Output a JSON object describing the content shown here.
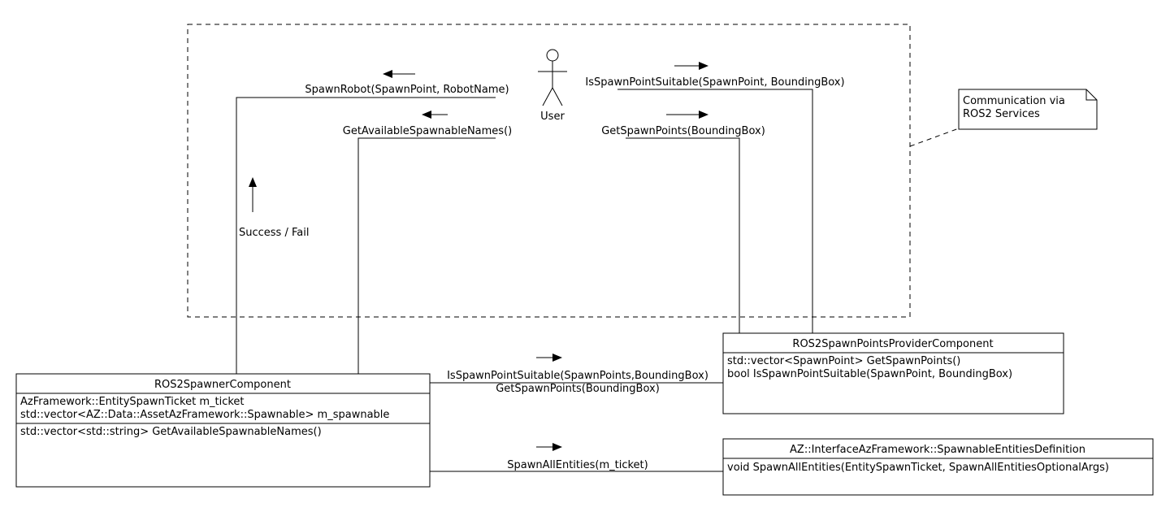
{
  "boundary": {},
  "actor": {
    "label": "User"
  },
  "note": {
    "lines": [
      "Communication via",
      "ROS2 Services"
    ]
  },
  "messages": {
    "spawn_robot": "SpawnRobot(SpawnPoint, RobotName)",
    "get_available": "GetAvailableSpawnableNames()",
    "is_suitable_top": "IsSpawnPointSuitable(SpawnPoint, BoundingBox)",
    "get_spawn_points_top": "GetSpawnPoints(BoundingBox)",
    "success_fail": "Success / Fail",
    "is_suitable_mid": "IsSpawnPointSuitable(SpawnPoints,BoundingBox)",
    "get_spawn_points_mid": "GetSpawnPoints(BoundingBox)",
    "spawn_all": "SpawnAllEntities(m_ticket)"
  },
  "classes": {
    "spawner": {
      "name": "ROS2SpawnerComponent",
      "attributes": [
        "AzFramework::EntitySpawnTicket m_ticket",
        "std::vector<AZ::Data::AssetAzFramework::Spawnable> m_spawnable"
      ],
      "methods": [
        "std::vector<std::string> GetAvailableSpawnableNames()"
      ]
    },
    "provider": {
      "name": "ROS2SpawnPointsProviderComponent",
      "methods": [
        "std::vector<SpawnPoint> GetSpawnPoints()",
        "bool IsSpawnPointSuitable(SpawnPoint, BoundingBox)"
      ]
    },
    "interface": {
      "name": "AZ::InterfaceAzFramework::SpawnableEntitiesDefinition",
      "methods": [
        "void SpawnAllEntities(EntitySpawnTicket, SpawnAllEntitiesOptionalArgs)"
      ]
    }
  }
}
